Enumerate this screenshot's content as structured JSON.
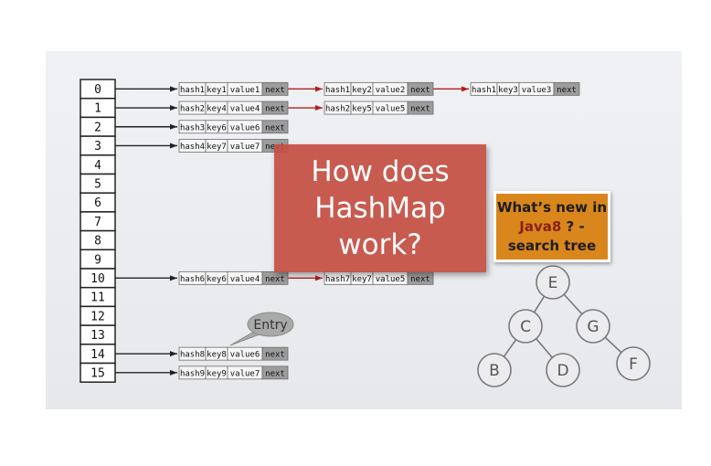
{
  "table": {
    "indices": [
      "0",
      "1",
      "2",
      "3",
      "4",
      "5",
      "6",
      "7",
      "8",
      "9",
      "10",
      "11",
      "12",
      "13",
      "14",
      "15"
    ],
    "chains": [
      {
        "index": 0,
        "nodes": [
          [
            "hash1",
            "key1",
            "value1",
            "next"
          ],
          [
            "hash1",
            "key2",
            "value2",
            "next"
          ],
          [
            "hash1",
            "key3",
            "value3",
            "next"
          ]
        ]
      },
      {
        "index": 1,
        "nodes": [
          [
            "hash2",
            "key4",
            "value4",
            "next"
          ],
          [
            "hash2",
            "key5",
            "value5",
            "next"
          ]
        ]
      },
      {
        "index": 2,
        "nodes": [
          [
            "hash3",
            "key6",
            "value6",
            "next"
          ]
        ]
      },
      {
        "index": 3,
        "nodes": [
          [
            "hash4",
            "key7",
            "value7",
            "next"
          ]
        ]
      },
      {
        "index": 10,
        "nodes": [
          [
            "hash6",
            "key6",
            "value4",
            "next"
          ],
          [
            "hash7",
            "key7",
            "value5",
            "next"
          ]
        ]
      },
      {
        "index": 14,
        "nodes": [
          [
            "hash8",
            "key8",
            "value6",
            "next"
          ]
        ]
      },
      {
        "index": 15,
        "nodes": [
          [
            "hash9",
            "key9",
            "value7",
            "next"
          ]
        ]
      }
    ]
  },
  "entry_callout": "Entry",
  "title": "How does\nHashMap\nwork?",
  "java8_note": {
    "line1": "What’s new in",
    "highlight": "Java8",
    "line2_rest": " ? -",
    "line3": "search tree"
  },
  "tree": {
    "nodes": [
      "E",
      "C",
      "G",
      "B",
      "D",
      "F"
    ],
    "edges": [
      [
        "E",
        "C"
      ],
      [
        "E",
        "G"
      ],
      [
        "C",
        "B"
      ],
      [
        "C",
        "D"
      ],
      [
        "G",
        "F"
      ]
    ]
  },
  "colors": {
    "arrow_red": "#b2201c",
    "arrow_black": "#222222",
    "title_bg": "#c45044",
    "note_bg": "#d9861d",
    "note_highlight": "#8a1f14",
    "next_cell": "#9c9c9c"
  }
}
